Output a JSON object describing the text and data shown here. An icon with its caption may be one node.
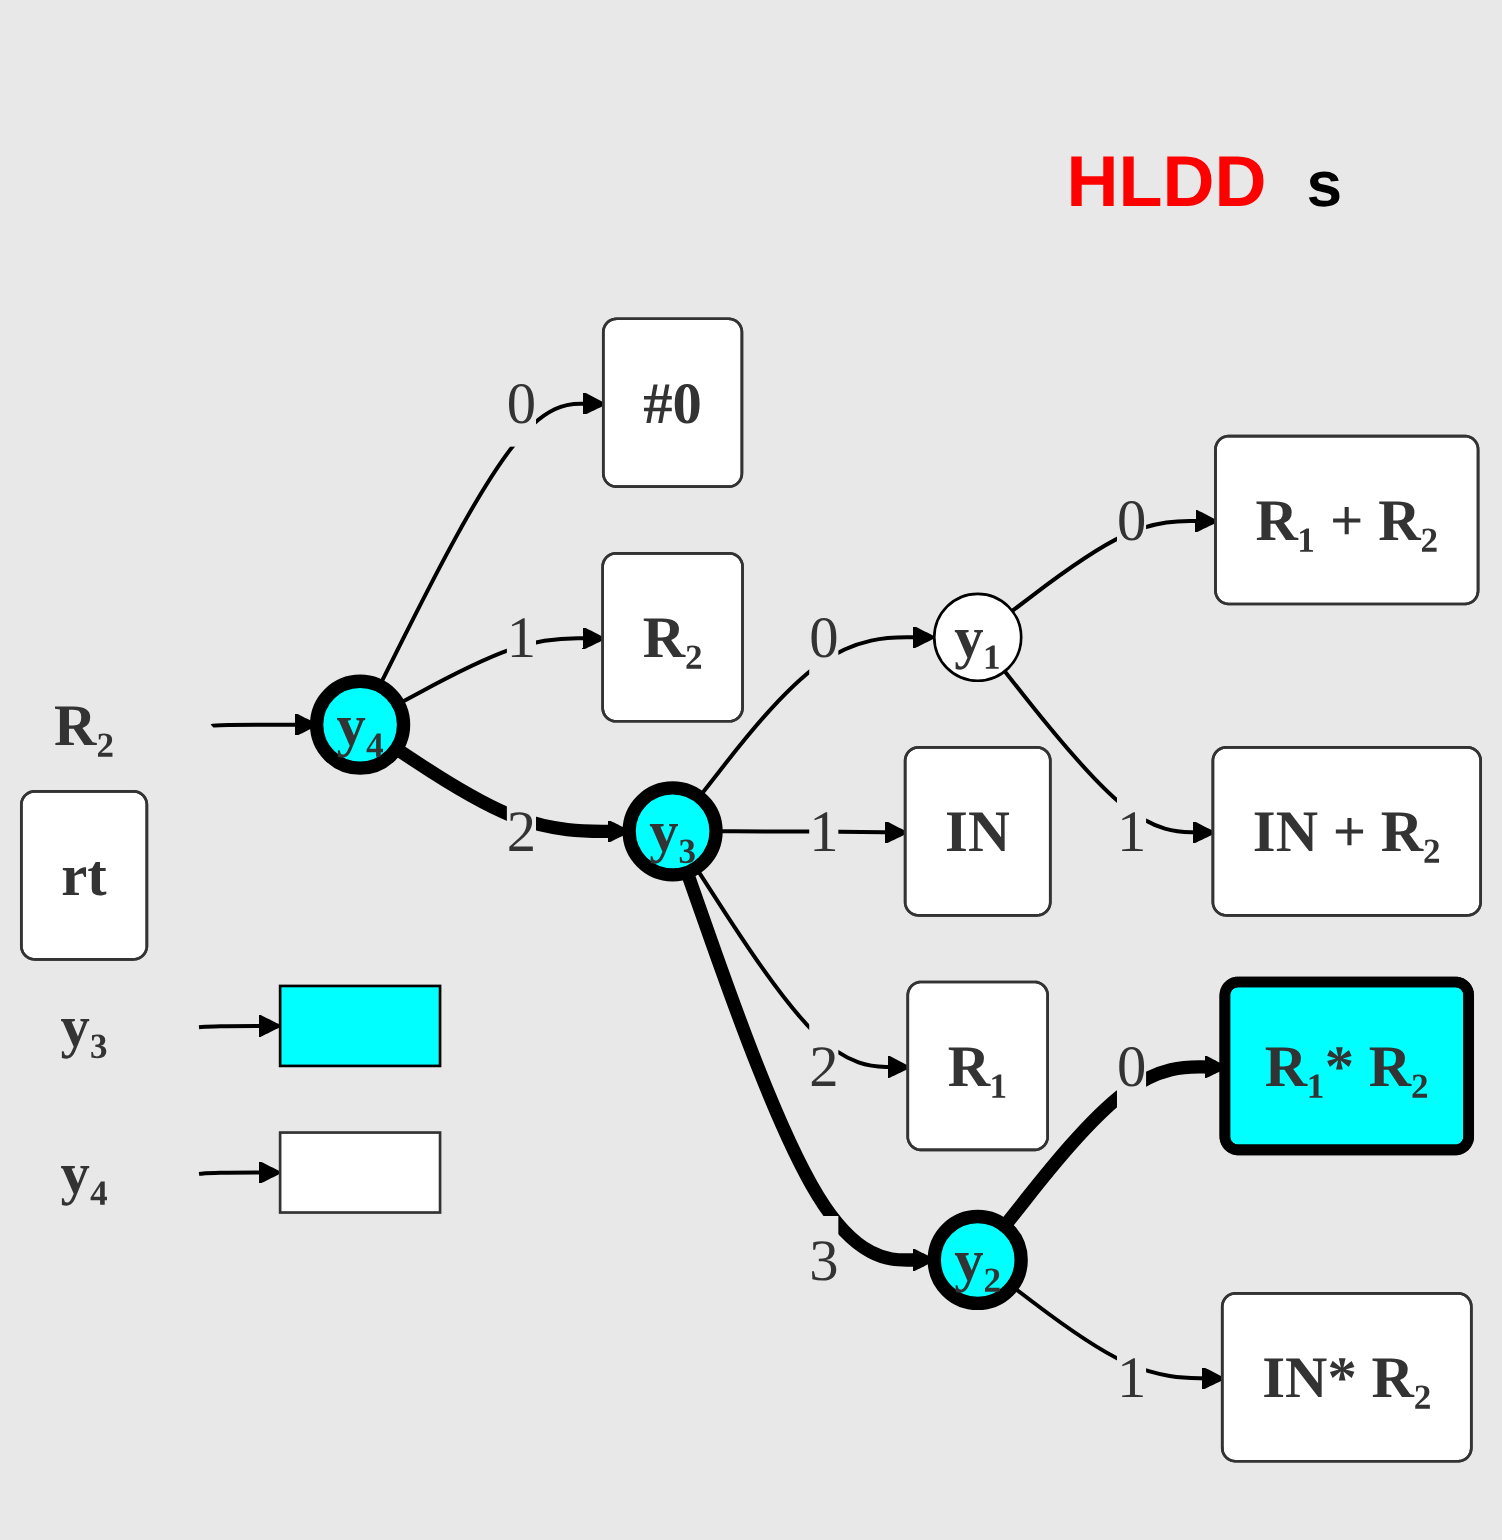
{
  "diagram": {
    "nodes": [
      {
        "text": [
          "R₂"
        ]
      },
      {
        "text": [
          "y₄"
        ]
      },
      {
        "text": [
          "#0"
        ]
      },
      {
        "text": [
          "R₂"
        ]
      },
      {
        "text": [
          "y₃"
        ]
      },
      {
        "text": [
          "y₁"
        ]
      },
      {
        "text": [
          "R₁ + R₂"
        ]
      },
      {
        "text": [
          "IN + R₂"
        ]
      },
      {
        "text": [
          "IN"
        ]
      },
      {
        "text": [
          "R₁"
        ]
      },
      {
        "text": [
          "y₂"
        ]
      },
      {
        "text": [
          "R₁* R₂"
        ]
      },
      {
        "text": [
          "IN* R₂"
        ]
      },
      {
        "text": [
          "rt"
        ]
      },
      {
        "text": [
          "y₃"
        ]
      },
      {
        "text": [
          "y₄"
        ]
      },
      {
        "text": [],
        "shape": "box"
      },
      {
        "text": [],
        "shape": "box"
      }
    ],
    "edges": [
      {
        "from": 0,
        "to": 1,
        "arrow": "to"
      },
      {
        "from": 1,
        "to": 2,
        "arrow": "to",
        "label": "0"
      },
      {
        "from": 1,
        "to": 3,
        "arrow": "to",
        "label": "1"
      },
      {
        "from": 1,
        "to": 4,
        "arrow": "to",
        "label": "2",
        "style": "thick"
      },
      {
        "from": 4,
        "to": 5,
        "arrow": "to",
        "label": "0"
      },
      {
        "from": 5,
        "to": 6,
        "arrow": "to",
        "label": "0"
      },
      {
        "from": 5,
        "to": 7,
        "arrow": "to",
        "label": "1"
      },
      {
        "from": 4,
        "to": 8,
        "arrow": "to",
        "label": "1"
      },
      {
        "from": 4,
        "to": 9,
        "arrow": "to",
        "label": "2"
      },
      {
        "from": 4,
        "to": 10,
        "arrow": "to",
        "label": "3",
        "style": "thick"
      },
      {
        "from": 10,
        "to": 11,
        "arrow": "to",
        "label": "0",
        "style": "thick"
      },
      {
        "from": 10,
        "to": 12,
        "arrow": "to",
        "label": "1"
      },
      {
        "from": 14,
        "to": 16,
        "arrow": "to"
      },
      {
        "from": 15,
        "to": 17,
        "arrow": "to"
      }
    ],
    "labels": [
      "HLDD",
      "s"
    ]
  }
}
